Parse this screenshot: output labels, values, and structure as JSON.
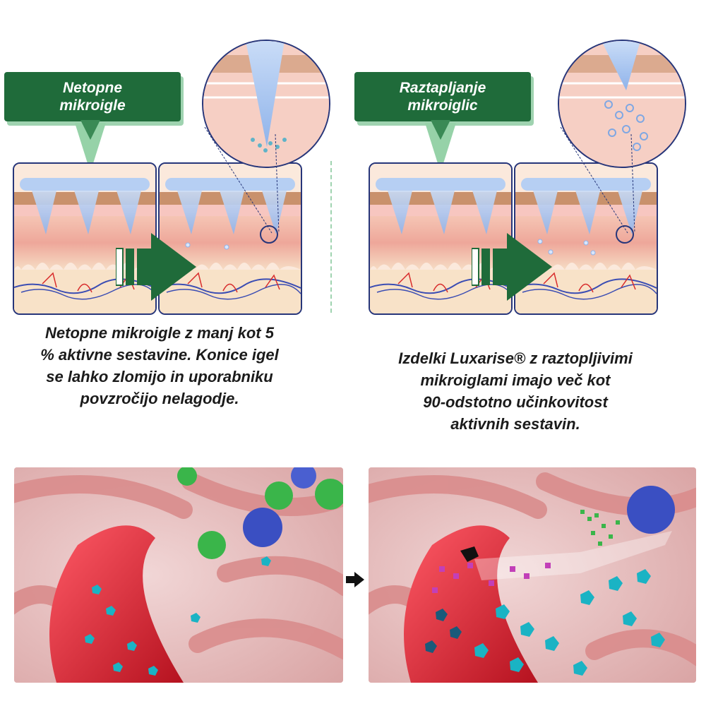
{
  "left": {
    "label": "Netopne\nmikroigle",
    "caption": "Netopne mikroigle z manj kot 5\n% aktivne sestavine. Konice igel\nse lahko zlomijo in uporabniku\npovzročijo nelagodje."
  },
  "right": {
    "label": "Raztapljanje\nmikroiglic",
    "caption": "Izdelki Luxarise® z raztopljivimi\nmikroiglami imajo več kot\n90-odstotno učinkovitost\naktivnih sestavin."
  },
  "colors": {
    "label_bg": "#1f6b3a",
    "label_shadow": "#9fd3b0",
    "arrow_green": "#1f6b3a",
    "panel_border": "#27367a",
    "needle_blue": "#a9c8f2",
    "skin_pink": "#f2b4a8",
    "vessel_red": "#d62a3a",
    "particle_teal": "#1ab3c4",
    "particle_green": "#3ab54a",
    "particle_blue": "#3a4fc2"
  },
  "icons": [
    "arrow-right-icon",
    "magnifier-icon",
    "microneedle-icon"
  ]
}
